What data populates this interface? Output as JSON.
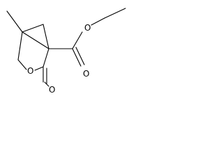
{
  "structure": {
    "atom_labels": {
      "ester_oxygen": "O",
      "carbonyl_oxygen_top": "O",
      "ring_oxygen": "O",
      "carbonyl_oxygen_ring": "O"
    },
    "colors": {
      "ink": "#000000",
      "background": "#ffffff"
    }
  }
}
